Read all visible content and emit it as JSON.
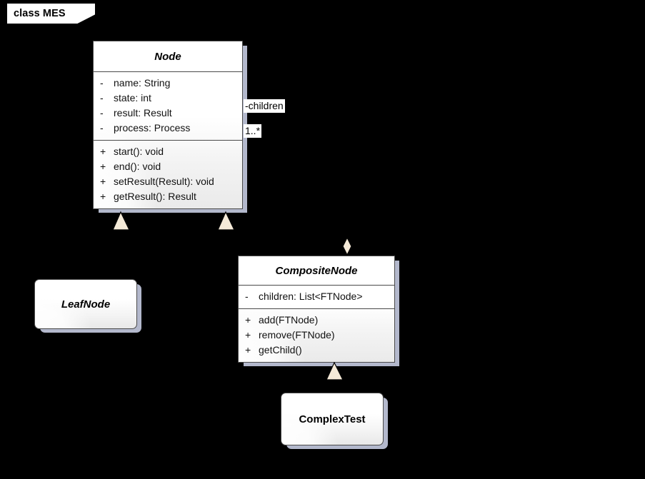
{
  "frame": {
    "label": "class MES"
  },
  "colors": {
    "background": "#000000",
    "box_fill": "#ffffff",
    "box_border": "#4a4a4a",
    "shadow": "#b3b8cc",
    "arrowhead_fill": "#f5ead8",
    "edge_stroke": "#000000",
    "label_bg": "#ffffff",
    "text": "#000000"
  },
  "classes": [
    {
      "name": "Node",
      "abstract": true,
      "attributes": [
        {
          "visibility": "-",
          "signature": "name: String"
        },
        {
          "visibility": "-",
          "signature": "state: int"
        },
        {
          "visibility": "-",
          "signature": "result: Result"
        },
        {
          "visibility": "-",
          "signature": "process: Process"
        }
      ],
      "operations": [
        {
          "visibility": "+",
          "signature": "start(): void"
        },
        {
          "visibility": "+",
          "signature": "end(): void"
        },
        {
          "visibility": "+",
          "signature": "setResult(Result): void"
        },
        {
          "visibility": "+",
          "signature": "getResult(): Result"
        }
      ]
    },
    {
      "name": "CompositeNode",
      "abstract": true,
      "attributes": [
        {
          "visibility": "-",
          "signature": "children: List<FTNode>"
        }
      ],
      "operations": [
        {
          "visibility": "+",
          "signature": "add(FTNode)"
        },
        {
          "visibility": "+",
          "signature": "remove(FTNode)"
        },
        {
          "visibility": "+",
          "signature": "getChild()"
        }
      ]
    },
    {
      "name": "LeafNode",
      "abstract": true,
      "attributes": [],
      "operations": []
    },
    {
      "name": "ComplexTest",
      "abstract": false,
      "attributes": [],
      "operations": []
    }
  ],
  "relationships": [
    {
      "type": "generalization",
      "from": "LeafNode",
      "to": "Node",
      "arrowhead": "hollow-triangle"
    },
    {
      "type": "generalization",
      "from": "CompositeNode",
      "to": "Node",
      "arrowhead": "hollow-triangle"
    },
    {
      "type": "generalization",
      "from": "ComplexTest",
      "to": "CompositeNode",
      "arrowhead": "hollow-triangle"
    },
    {
      "type": "aggregation",
      "from": "CompositeNode",
      "to": "Node",
      "arrowhead": "hollow-diamond",
      "role_label": "-children",
      "multiplicity": "1..*"
    }
  ],
  "edge_labels": {
    "children_role": "-children",
    "children_multiplicity": "1..*"
  }
}
